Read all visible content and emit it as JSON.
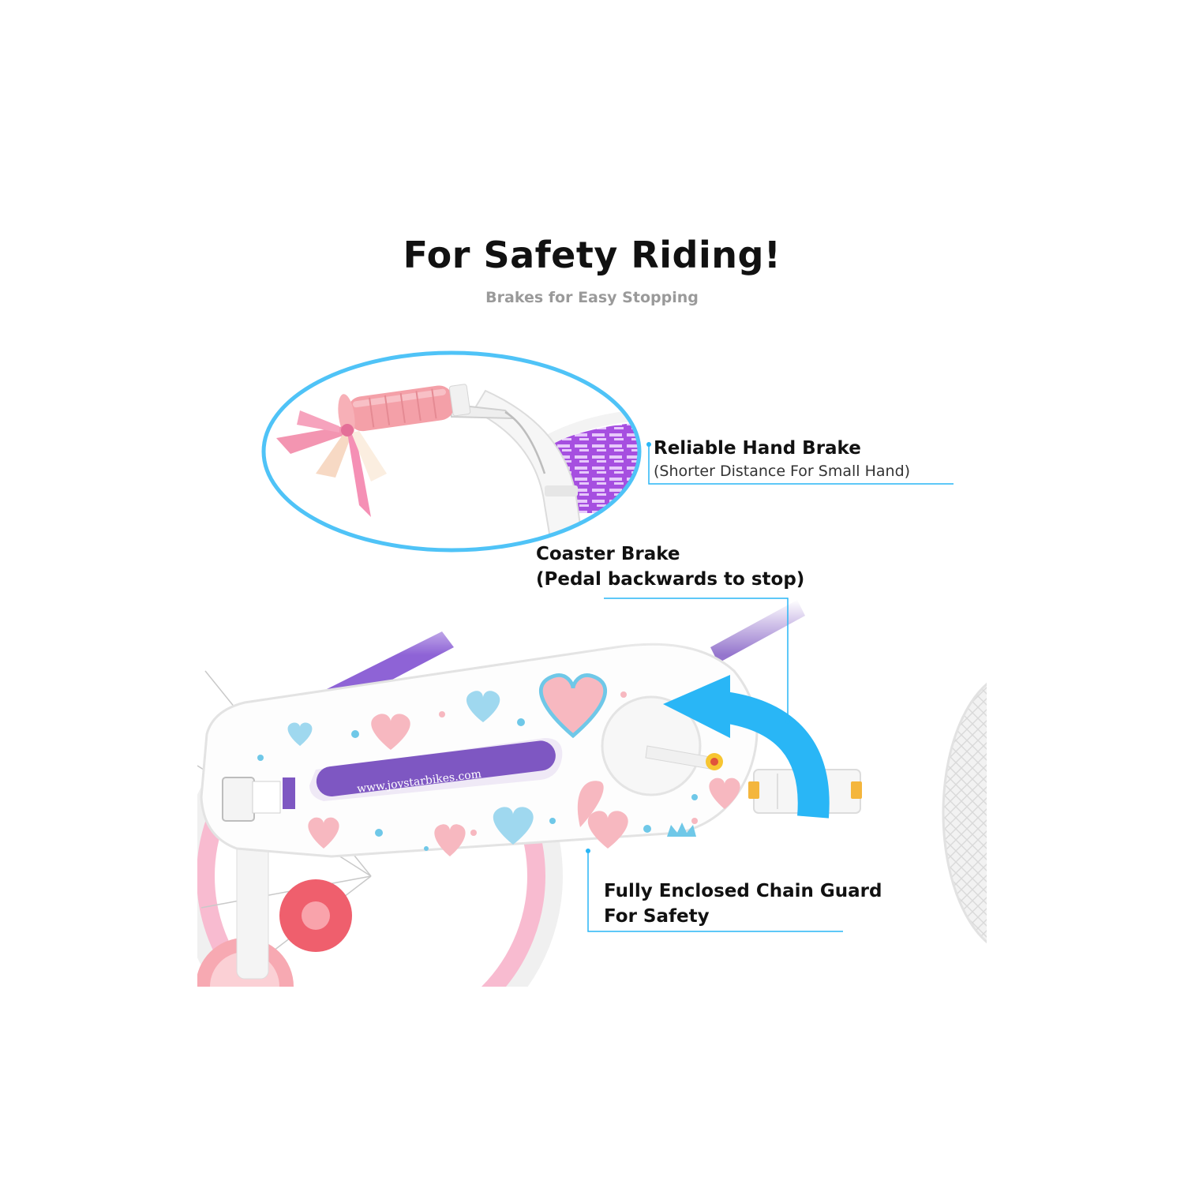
{
  "header": {
    "title": "For Safety Riding!",
    "subtitle": "Brakes for Easy Stopping"
  },
  "callouts": {
    "hand_brake": {
      "title": "Reliable Hand Brake",
      "detail": "(Shorter Distance For Small Hand)"
    },
    "coaster_brake": {
      "title_line1": "Coaster Brake",
      "title_line2": "(Pedal backwards to stop)"
    },
    "chain_guard": {
      "title_line1": "Fully Enclosed Chain Guard",
      "title_line2": "For Safety"
    }
  },
  "bike": {
    "website": "www.joystarbikes.com"
  },
  "colors": {
    "accent": "#29b6f6",
    "circle": "#4fc3f7",
    "frame_purple": "#7e57c2",
    "grip_pink": "#f4a0a8",
    "tire_pink": "#f8bbd0",
    "heart_pink": "#f7b8c0",
    "heart_blue": "#6fc8e8"
  },
  "icons": [
    "magnify-circle-icon",
    "rotate-back-arrow-icon",
    "heart-icon",
    "crown-icon"
  ]
}
